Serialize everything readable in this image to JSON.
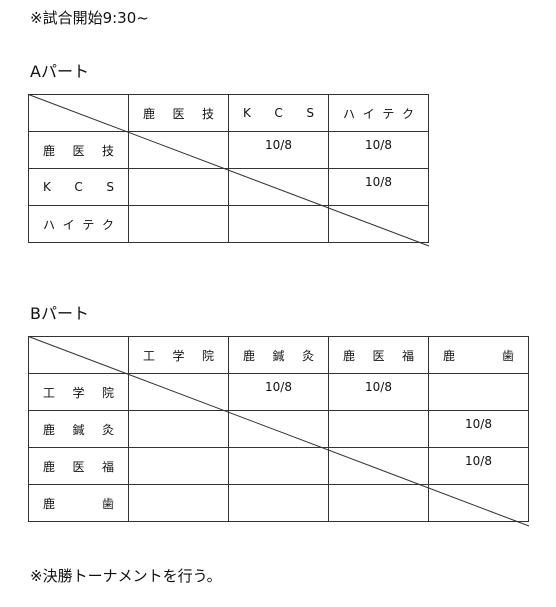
{
  "header_note": "※試合開始9:30~",
  "footer_note": "※決勝トーナメントを行う。",
  "part_a": {
    "title": "Aパート",
    "teams": [
      [
        "鹿",
        "医",
        "技"
      ],
      [
        "K",
        "C",
        "S"
      ],
      [
        "ハ",
        "イ",
        "テ",
        "ク"
      ]
    ],
    "results": [
      [
        "",
        "10/8",
        "10/8"
      ],
      [
        "",
        "",
        "10/8"
      ],
      [
        "",
        "",
        ""
      ]
    ]
  },
  "part_b": {
    "title": "Bパート",
    "teams": [
      [
        "工",
        "学",
        "院"
      ],
      [
        "鹿",
        "鍼",
        "灸"
      ],
      [
        "鹿",
        "医",
        "福"
      ],
      [
        "鹿",
        "歯"
      ]
    ],
    "results": [
      [
        "",
        "10/8",
        "10/8",
        ""
      ],
      [
        "",
        "",
        "",
        "10/8"
      ],
      [
        "",
        "",
        "",
        "10/8"
      ],
      [
        "",
        "",
        "",
        ""
      ]
    ]
  }
}
